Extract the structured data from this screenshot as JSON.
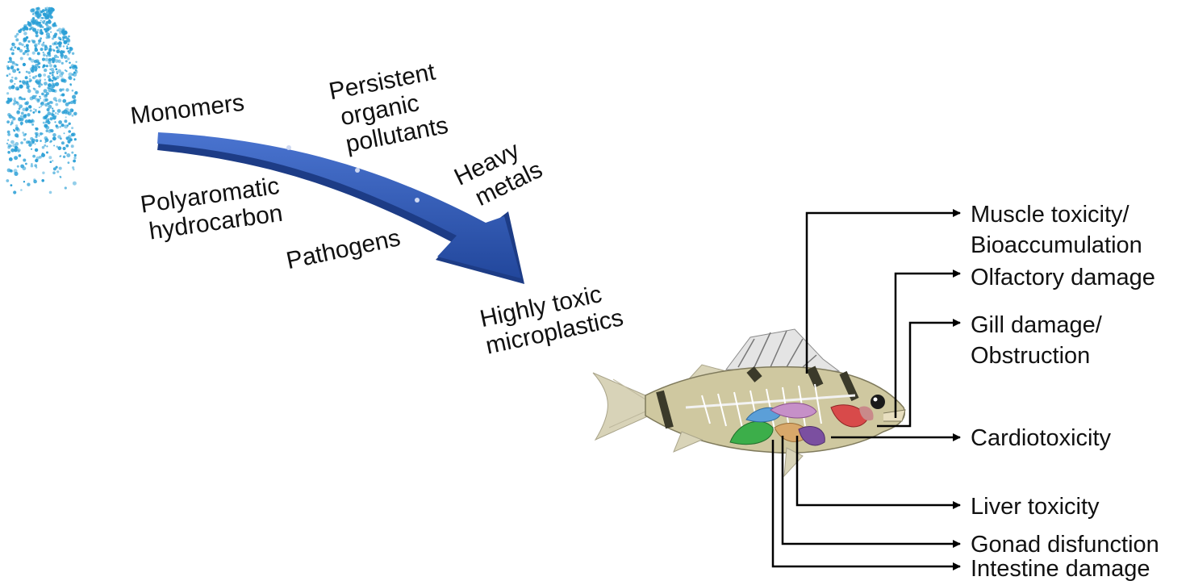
{
  "pollutants": {
    "monomers": "Monomers",
    "persistent": [
      "Persistent",
      "organic",
      "pollutants"
    ],
    "polyaromatic": [
      "Polyaromatic",
      "hydrocarbon"
    ],
    "heavy_metals": [
      "Heavy",
      "metals"
    ],
    "pathogens": "Pathogens"
  },
  "result": [
    "Highly toxic",
    "microplastics"
  ],
  "effects": [
    [
      "Muscle toxicity/",
      "Bioaccumulation"
    ],
    [
      "Olfactory damage"
    ],
    [
      "Gill damage/",
      "Obstruction"
    ],
    [
      "Cardiotoxicity"
    ],
    [
      "Liver toxicity"
    ],
    [
      "Gonad disfunction"
    ],
    [
      "Intestine damage"
    ]
  ],
  "colors": {
    "arrow": "#2f58b4",
    "arrow_dark": "#1d3c86",
    "particles": "#2a9fd6",
    "connector": "#000000"
  },
  "icons": {
    "bottle": "microplastic-bottle-icon",
    "fish": "fish-anatomy-icon"
  }
}
